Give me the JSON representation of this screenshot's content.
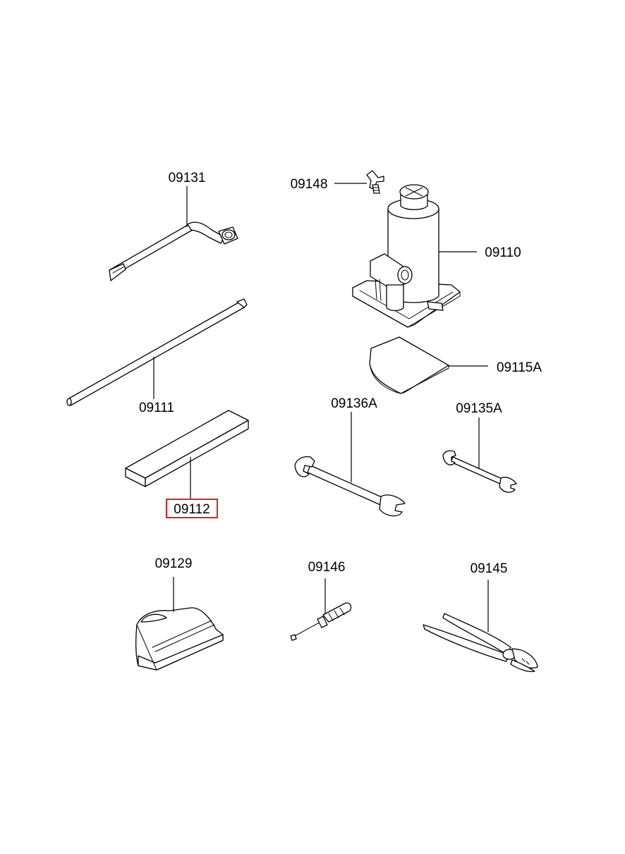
{
  "parts": [
    {
      "id": "09131",
      "name": "lug-wrench"
    },
    {
      "id": "09148",
      "name": "wing-bolt"
    },
    {
      "id": "09110",
      "name": "bottle-jack"
    },
    {
      "id": "09115A",
      "name": "jack-pad"
    },
    {
      "id": "09111",
      "name": "jack-handle-bar"
    },
    {
      "id": "09136A",
      "name": "open-end-wrench-large"
    },
    {
      "id": "09135A",
      "name": "open-end-wrench-small"
    },
    {
      "id": "09112",
      "name": "wooden-block",
      "highlighted": true
    },
    {
      "id": "09129",
      "name": "tool-bag"
    },
    {
      "id": "09146",
      "name": "screwdriver"
    },
    {
      "id": "09145",
      "name": "pliers"
    }
  ],
  "highlight_color": "#e02020"
}
